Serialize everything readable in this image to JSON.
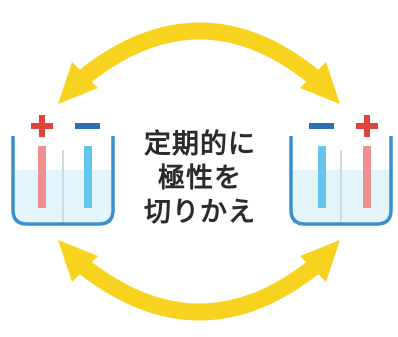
{
  "caption_lines": [
    "定期的に",
    "極性を",
    "切りかえ"
  ],
  "left_beaker": {
    "signs": [
      "+",
      "−"
    ],
    "sign_colors": [
      "#e0443a",
      "#2f6fb5"
    ]
  },
  "right_beaker": {
    "signs": [
      "−",
      "+"
    ],
    "sign_colors": [
      "#2f6fb5",
      "#e0443a"
    ]
  },
  "colors": {
    "arrow": "#f7d21e",
    "beaker_outline": "#3a8fd0",
    "water": "#e3f4fb",
    "electrode_pink": "#f08f8f",
    "electrode_blue": "#62c6ee"
  }
}
